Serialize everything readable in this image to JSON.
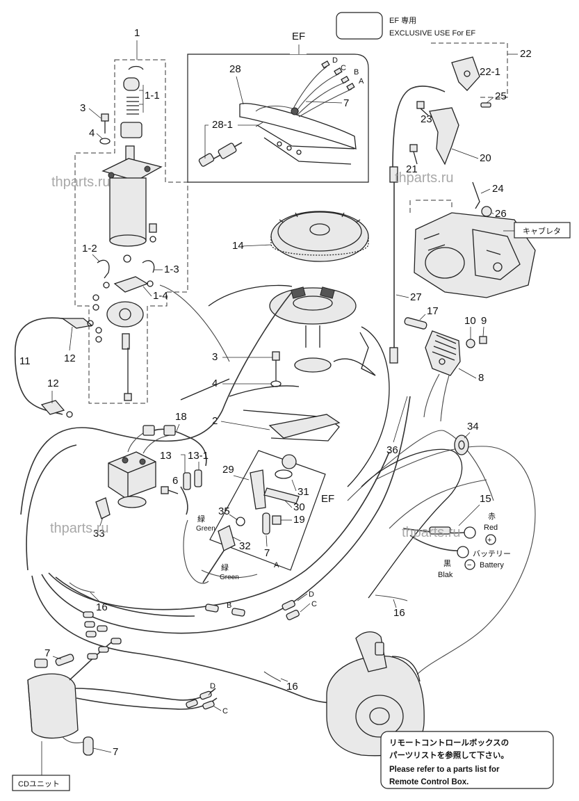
{
  "header": {
    "ef_box_label": "",
    "ef_exclusive_jp": "EF 専用",
    "ef_exclusive_en": "EXCLUSIVE USE For EF"
  },
  "inset": {
    "title": "EF"
  },
  "ef_label_center": "EF",
  "watermark": "thparts.ru",
  "part_numbers": {
    "p1": "1",
    "p1_1": "1-1",
    "p1_2": "1-2",
    "p1_3": "1-3",
    "p1_4": "1-4",
    "p2": "2",
    "p3a": "3",
    "p3b": "3",
    "p4a": "4",
    "p4b": "4",
    "p6": "6",
    "p7a": "7",
    "p7b": "7",
    "p7c": "7",
    "p7d": "7",
    "p8": "8",
    "p9": "9",
    "p10": "10",
    "p11": "11",
    "p12a": "12",
    "p12b": "12",
    "p13": "13",
    "p13_1": "13-1",
    "p14": "14",
    "p15": "15",
    "p16a": "16",
    "p16b": "16",
    "p16c": "16",
    "p17": "17",
    "p18": "18",
    "p19": "19",
    "p20": "20",
    "p21": "21",
    "p22": "22",
    "p22_1": "22-1",
    "p23": "23",
    "p24": "24",
    "p25": "25",
    "p26": "26",
    "p27": "27",
    "p28": "28",
    "p28_1": "28-1",
    "p29": "29",
    "p30": "30",
    "p31": "31",
    "p32": "32",
    "p33": "33",
    "p34": "34",
    "p35": "35",
    "p36": "36"
  },
  "connector_letters": {
    "a1": "A",
    "b1": "B",
    "c1": "C",
    "d1": "D",
    "a2": "A",
    "b2": "B",
    "c2": "C",
    "d2": "D",
    "c3": "C",
    "d3": "D"
  },
  "wire_labels": {
    "green_jp_1": "緑",
    "green_en_1": "Green",
    "green_jp_2": "緑",
    "green_en_2": "Green",
    "red_jp": "赤",
    "red_en": "Red",
    "black_jp": "黒",
    "black_en": "Blak",
    "battery_jp": "バッテリー",
    "battery_en": "Battery",
    "plus": "+",
    "minus": "−"
  },
  "carburetor_label": "キャブレタ",
  "cd_unit_label": "CDユニット",
  "remote_note": {
    "jp_line1": "リモートコントロールボックスの",
    "jp_line2": "パーツリストを参照して下さい。",
    "en_line1": "Please refer to a parts list for",
    "en_line2": "Remote Control Box."
  }
}
